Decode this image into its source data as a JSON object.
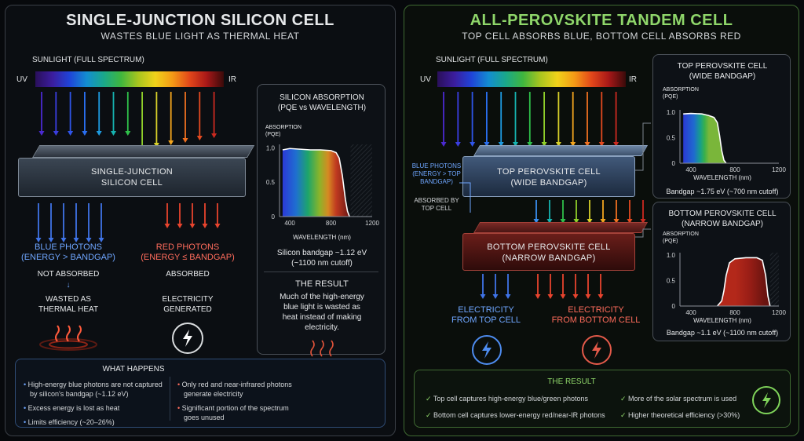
{
  "left": {
    "title": "SINGLE-JUNCTION SILICON CELL",
    "subtitle": "WASTES BLUE LIGHT AS THERMAL HEAT",
    "sunlight_label": "SUNLIGHT (FULL SPECTRUM)",
    "uv_label": "UV",
    "ir_label": "IR",
    "cell_label_1": "SINGLE-JUNCTION",
    "cell_label_2": "SILICON CELL",
    "blue_photons_1": "BLUE PHOTONS",
    "blue_photons_2": "(ENERGY > BANDGAP)",
    "red_photons_1": "RED PHOTONS",
    "red_photons_2": "(ENERGY ≤ BANDGAP)",
    "not_absorbed": "NOT ABSORBED",
    "absorbed": "ABSORBED",
    "wasted_1": "WASTED AS",
    "wasted_2": "THERMAL HEAT",
    "electricity_1": "ELECTRICITY",
    "electricity_2": "GENERATED",
    "chart_title_1": "SILICON ABSORPTION",
    "chart_title_2": "(PQE vs WAVELENGTH)",
    "chart_ylabel_1": "ABSORPTION",
    "chart_ylabel_2": "(PQE)",
    "chart_xlabel": "WAVELENGTH (nm)",
    "bandgap_1": "Silicon bandgap ~1.12 eV",
    "bandgap_2": "(~1100 nm cutoff)",
    "result_title": "THE RESULT",
    "result_lines": [
      "Much of the high-energy",
      "blue light is wasted as",
      "heat instead of making",
      "electricity."
    ],
    "what_title": "WHAT HAPPENS",
    "what_left": [
      "High-energy blue photons are not captured",
      "by silicon's bandgap (~1.12 eV)",
      "Excess energy is lost as heat",
      "Limits efficiency (~20–26%)"
    ],
    "what_right": [
      "Only red and near-infrared photons",
      "generate electricity",
      "Significant portion of the spectrum",
      "goes unused"
    ]
  },
  "right": {
    "title": "ALL-PEROVSKITE TANDEM CELL",
    "subtitle": "TOP CELL ABSORBS BLUE, BOTTOM CELL ABSORBS RED",
    "sunlight_label": "SUNLIGHT (FULL SPECTRUM)",
    "uv_label": "UV",
    "ir_label": "IR",
    "top_cell_1": "TOP PEROVSKITE CELL",
    "top_cell_2": "(WIDE BANDGAP)",
    "bottom_cell_1": "BOTTOM PEROVSKITE CELL",
    "bottom_cell_2": "(NARROW BANDGAP)",
    "blue_note": [
      "BLUE PHOTONS",
      "(ENERGY > TOP",
      "BANDGAP)"
    ],
    "absorbed_note": [
      "ABSORBED BY",
      "TOP CELL"
    ],
    "elec_top_1": "ELECTRICITY",
    "elec_top_2": "FROM TOP CELL",
    "elec_bottom_1": "ELECTRICITY",
    "elec_bottom_2": "FROM BOTTOM CELL",
    "top_chart_title_1": "TOP PEROVSKITE CELL",
    "top_chart_title_2": "(WIDE BANDGAP)",
    "top_chart_bandgap": "Bandgap ~1.75 eV (~700 nm cutoff)",
    "bottom_chart_title_1": "BOTTOM PEROVSKITE CELL",
    "bottom_chart_title_2": "(NARROW BANDGAP)",
    "bottom_chart_bandgap": "Bandgap ~1.1 eV (~1100 nm cutoff)",
    "chart_ylabel_1": "ABSORPTION",
    "chart_ylabel_2": "(PQE)",
    "chart_xlabel": "WAVELENGTH (nm)",
    "result_title": "THE RESULT",
    "result_items": [
      "Top cell captures high-energy blue/green photons",
      "Bottom cell captures lower-energy red/near-IR photons",
      "More of the solar spectrum is used",
      "Higher theoretical efficiency (>30%)"
    ]
  },
  "chart_data": [
    {
      "type": "area",
      "title": "SILICON ABSORPTION (PQE vs WAVELENGTH)",
      "xlabel": "WAVELENGTH (nm)",
      "ylabel": "ABSORPTION (PQE)",
      "xlim": [
        300,
        1200
      ],
      "ylim": [
        0,
        1.05
      ],
      "xticks": [
        400,
        800,
        1200
      ],
      "yticks": [
        0,
        0.5,
        1.0
      ],
      "x": [
        330,
        400,
        500,
        600,
        700,
        800,
        850,
        880,
        910,
        940,
        960,
        980
      ],
      "y": [
        0.97,
        0.99,
        0.98,
        0.97,
        0.97,
        0.96,
        0.93,
        0.85,
        0.6,
        0.25,
        0.08,
        0.0
      ]
    },
    {
      "type": "area",
      "title": "TOP PEROVSKITE CELL (WIDE BANDGAP)",
      "xlabel": "WAVELENGTH (nm)",
      "ylabel": "ABSORPTION (PQE)",
      "xlim": [
        300,
        1200
      ],
      "ylim": [
        0,
        1.05
      ],
      "xticks": [
        400,
        800,
        1200
      ],
      "yticks": [
        0,
        0.5,
        1.0
      ],
      "x": [
        330,
        400,
        500,
        560,
        610,
        640,
        660,
        680,
        700,
        720
      ],
      "y": [
        0.97,
        0.98,
        0.97,
        0.94,
        0.9,
        0.8,
        0.55,
        0.25,
        0.06,
        0.0
      ]
    },
    {
      "type": "area",
      "title": "BOTTOM PEROVSKITE CELL (NARROW BANDGAP)",
      "xlabel": "WAVELENGTH (nm)",
      "ylabel": "ABSORPTION (PQE)",
      "xlim": [
        300,
        1200
      ],
      "ylim": [
        0,
        1.05
      ],
      "xticks": [
        400,
        800,
        1200
      ],
      "yticks": [
        0,
        0.5,
        1.0
      ],
      "x": [
        640,
        680,
        700,
        720,
        750,
        800,
        900,
        1000,
        1050,
        1080,
        1100,
        1120
      ],
      "y": [
        0.0,
        0.1,
        0.3,
        0.6,
        0.85,
        0.93,
        0.95,
        0.95,
        0.9,
        0.6,
        0.2,
        0.0
      ]
    }
  ]
}
